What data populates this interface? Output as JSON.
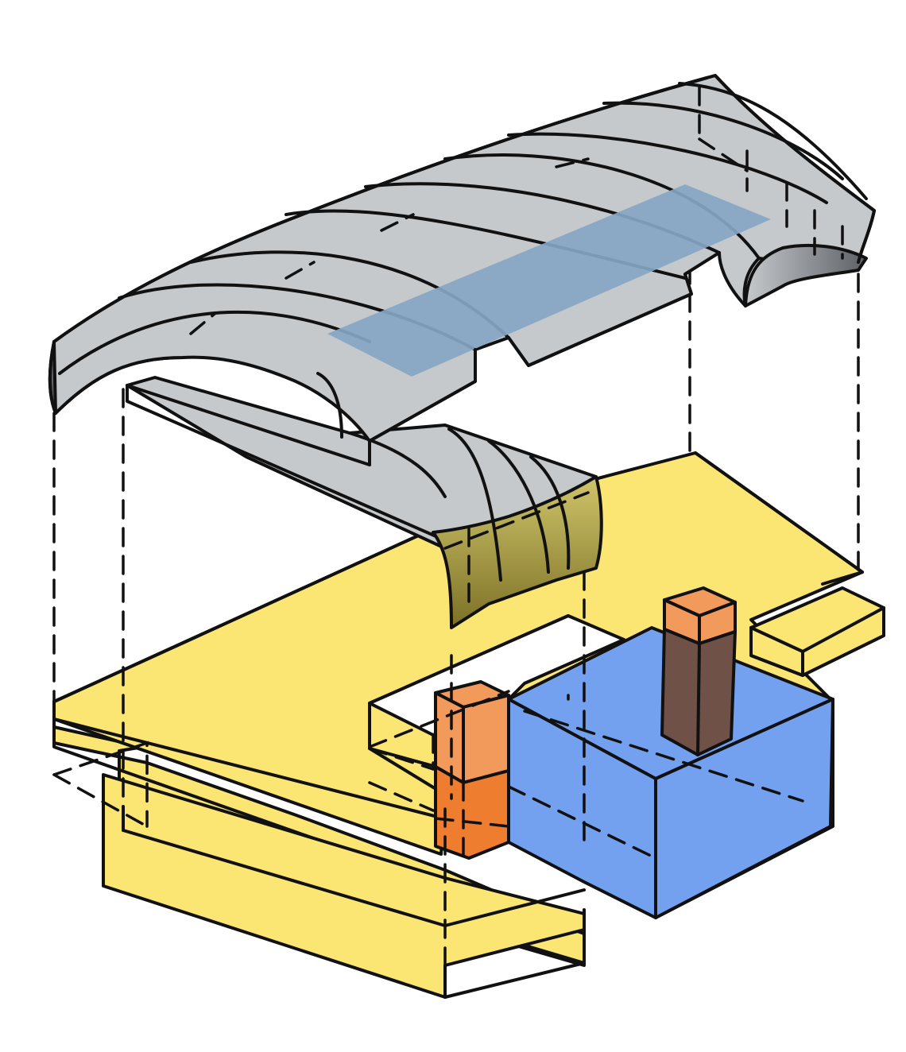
{
  "diagram": {
    "style": "hand-drawn exploded axonometric",
    "colors": {
      "roof": "#c6c9cc",
      "roof_shadow": "#6d7277",
      "skylight": "#86a6c3",
      "canopy_end": "#aea24a",
      "floor_plate": "#fbe573",
      "volume": "#74a0f0",
      "core": "#f2995c",
      "core_lower": "#ef7d2f",
      "core_dark": "#6f5147",
      "ink": "#111111"
    },
    "components": [
      {
        "id": "roof-shell",
        "icon": "curved-roof-shell"
      },
      {
        "id": "skylight-strip",
        "icon": "skylight"
      },
      {
        "id": "lower-canopy",
        "icon": "curved-canopy"
      },
      {
        "id": "floor-plate-upper",
        "icon": "floor-slab"
      },
      {
        "id": "floor-plate-lower",
        "icon": "floor-slab"
      },
      {
        "id": "annex-slab",
        "icon": "floor-slab"
      },
      {
        "id": "blue-volume",
        "icon": "box-volume"
      },
      {
        "id": "core-left",
        "icon": "service-core"
      },
      {
        "id": "core-right",
        "icon": "service-core"
      }
    ]
  }
}
